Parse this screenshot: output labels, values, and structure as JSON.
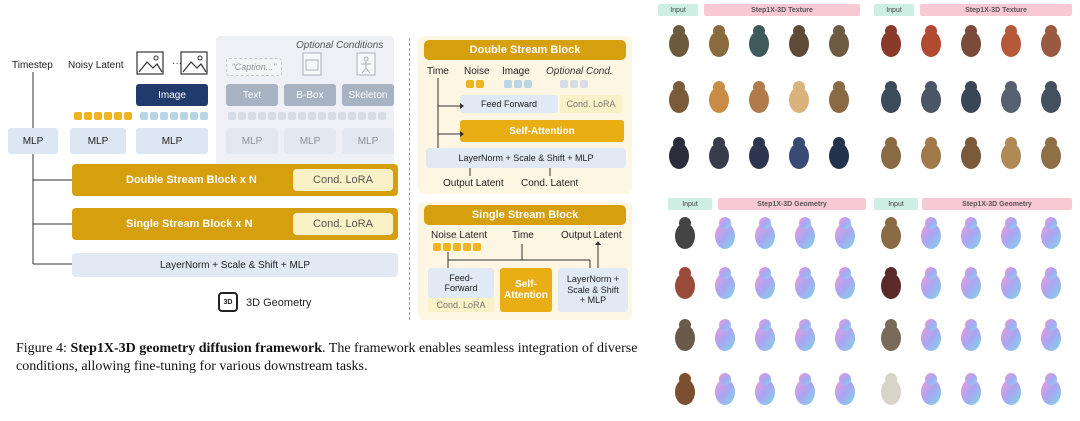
{
  "framework": {
    "inputs": {
      "timestep": "Timestep",
      "noisy_latent": "Noisy Latent",
      "image": "Image",
      "optional_conditions": "Optional Conditions",
      "caption_placeholder": "\"Caption...\"",
      "text": "Text",
      "bbox": "B-Box",
      "skeleton": "Skeleton"
    },
    "mlp_label": "MLP",
    "double_stream": "Double Stream Block  x  N",
    "single_stream": "Single Stream Block  x  N",
    "cond_lora": "Cond. LoRA",
    "layernorm": "LayerNorm + Scale & Shift + MLP",
    "output": "3D Geometry",
    "geo_icon_text": "3D"
  },
  "double_block": {
    "title": "Double Stream Block",
    "time": "Time",
    "noise": "Noise",
    "image": "Image",
    "optional_cond": "Optional Cond.",
    "feed_forward": "Feed Forward",
    "cond_lora": "Cond. LoRA",
    "self_attention": "Self-Attention",
    "layernorm": "LayerNorm + Scale & Shift + MLP",
    "output_latent": "Output Latent",
    "cond_latent": "Cond. Latent"
  },
  "single_block": {
    "title": "Single Stream Block",
    "noise_latent": "Noise Latent",
    "time": "Time",
    "output_latent": "Output Latent",
    "feed_forward": "Feed-\nForward",
    "cond_lora": "Cond. LoRA",
    "self_attention": "Self-\nAttention",
    "layernorm": "LayerNorm +\nScale & Shift\n+ MLP"
  },
  "caption": {
    "figure_label": "Figure 4:",
    "name": "Step1X-3D geometry diffusion framework",
    "text": ". The framework enables seamless integration of diverse conditions, allowing fine-tuning for various downstream tasks."
  },
  "gallery": {
    "top_left": {
      "input": "Input",
      "title": "Step1X-3D Texture"
    },
    "top_right": {
      "input": "Input",
      "title": "Step1X-3D Texture"
    },
    "bottom_left": {
      "input": "Input",
      "title": "Step1X-3D Geometry"
    },
    "bottom_right": {
      "input": "Input",
      "title": "Step1X-3D Geometry"
    }
  },
  "colors": {
    "gold": "#d59f0e",
    "gold_light": "#fbf1c7",
    "navy": "#1f3a6b",
    "blue_light": "#e1e9f5",
    "tag_green": "#cdeee2",
    "tag_pink": "#f8c9d3"
  }
}
